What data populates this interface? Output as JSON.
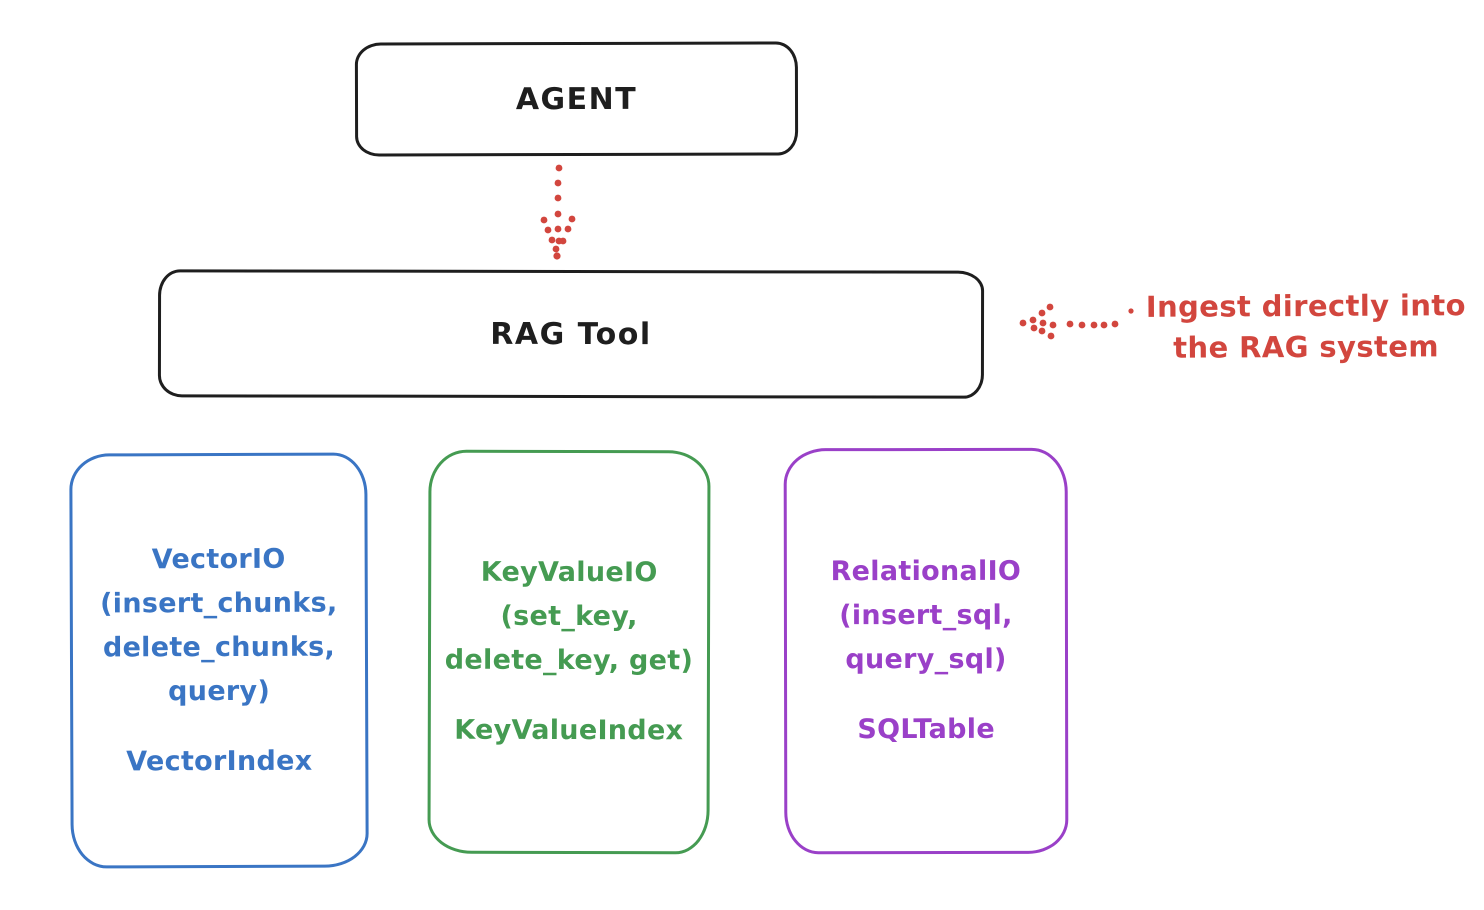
{
  "canvas": {
    "background": "#ffffff"
  },
  "colors": {
    "ink": "#1e1e1e",
    "red": "#d2463e",
    "blue": "#3a75c4",
    "green": "#459b52",
    "purple": "#9a40c8"
  },
  "nodes": {
    "agent": {
      "label": "AGENT"
    },
    "rag_tool": {
      "label": "RAG Tool"
    }
  },
  "annotation": {
    "line1": "Ingest directly into",
    "line2": "the RAG system",
    "color": "#d2463e"
  },
  "arrows": [
    {
      "icon": "dotted-down-arrow-icon",
      "from": "agent",
      "to": "rag_tool",
      "style": "dotted",
      "color": "#d2463e"
    },
    {
      "icon": "dotted-left-arrow-icon",
      "from": "annotation",
      "to": "rag_tool",
      "style": "dotted",
      "color": "#d2463e"
    }
  ],
  "backends": [
    {
      "title": "VectorIO",
      "lines": [
        "VectorIO",
        "(insert_chunks,",
        "delete_chunks,",
        "query)"
      ],
      "index": "VectorIndex",
      "color": "#3a75c4"
    },
    {
      "title": "KeyValueIO",
      "lines": [
        "KeyValueIO",
        "(set_key,",
        "delete_key, get)"
      ],
      "index": "KeyValueIndex",
      "color": "#459b52"
    },
    {
      "title": "RelationalIO",
      "lines": [
        "RelationalIO",
        "(insert_sql,",
        "query_sql)"
      ],
      "index": "SQLTable",
      "color": "#9a40c8"
    }
  ]
}
